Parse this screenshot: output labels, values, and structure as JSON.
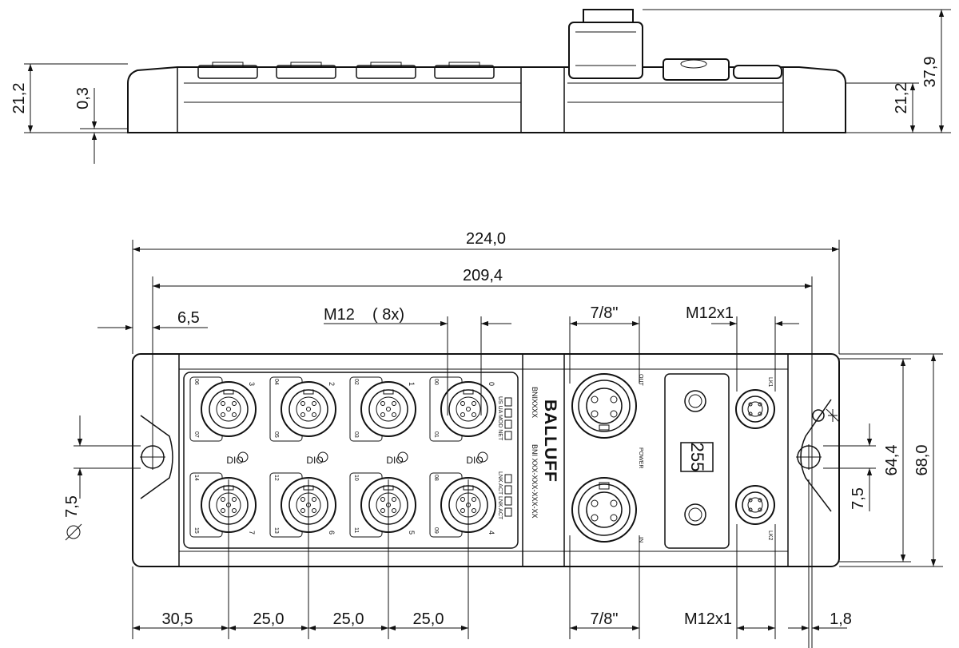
{
  "dimensions": {
    "side_height_left": "21,2",
    "side_offset": "0,3",
    "side_height_right": "21,2",
    "total_height": "37,9",
    "total_length": "224,0",
    "hole_spacing": "209,4",
    "edge_offset": "6,5",
    "m12_label": "M12",
    "m12_count": "( 8x)",
    "power_conn_top": "7/8\"",
    "m12x1_top": "M12x1",
    "module_height": "68,0",
    "inner_height": "64,4",
    "hole_offset": "7,5",
    "hole_diameter": "7,5",
    "pitch_first": "30,5",
    "pitch_2": "25,0",
    "pitch_3": "25,0",
    "pitch_4": "25,0",
    "power_conn_bottom": "7/8\"",
    "m12x1_bottom": "M12x1",
    "right_offset": "1,8"
  },
  "markings": {
    "brand": "BALLUFF",
    "model_short": "BNIXXXX",
    "model_long": "BNI XXX-XXX-XXX-XX",
    "io_label": "DIO",
    "display_value": "255",
    "port_top_numbers": [
      "3",
      "2",
      "1",
      "0"
    ],
    "port_bottom_numbers": [
      "7",
      "6",
      "5",
      "4"
    ],
    "pin_top_upper": [
      "06",
      "04",
      "02",
      "00"
    ],
    "pin_top_lower": [
      "07",
      "05",
      "03",
      "01"
    ],
    "pin_bottom_upper": [
      "14",
      "12",
      "10",
      "08"
    ],
    "pin_bottom_lower": [
      "15",
      "13",
      "11",
      "09"
    ],
    "led_top": "US UA MOD NET",
    "led_bottom": "LNK ACT LNK ACT",
    "power_out": "OUT",
    "power_label": "POWER",
    "power_in": "IN",
    "lk1": "LK1",
    "lk2": "LK2"
  }
}
